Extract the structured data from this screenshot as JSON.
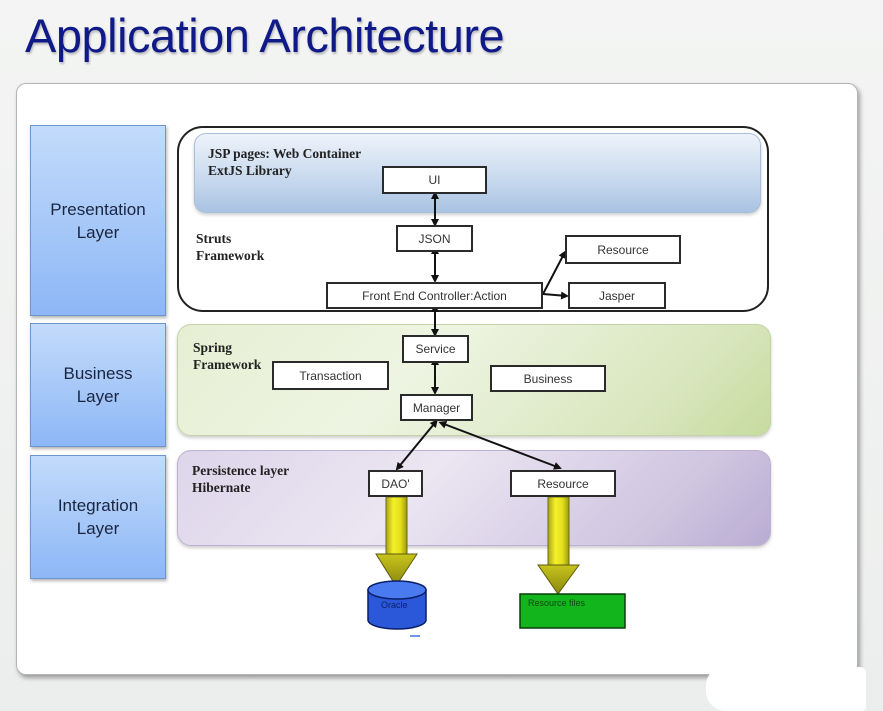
{
  "title": "Application Architecture",
  "layers": [
    {
      "line1": "Presentation",
      "line2": "Layer"
    },
    {
      "line1": "Business",
      "line2": "Layer"
    },
    {
      "line1": "Integration",
      "line2": "Layer"
    }
  ],
  "presentation": {
    "web_container_line1": "JSP pages: Web Container",
    "web_container_line2": "ExtJS Library",
    "struts_line1": "Struts",
    "struts_line2": "Framework",
    "ui": "UI",
    "json": "JSON",
    "controller": "Front End Controller:Action",
    "resource": "Resource",
    "jasper": "Jasper"
  },
  "business": {
    "spring_line1": "Spring",
    "spring_line2": "Framework",
    "service": "Service",
    "transaction": "Transaction",
    "manager": "Manager",
    "business": "Business"
  },
  "integration": {
    "persistence_line1": "Persistence layer",
    "persistence_line2": "Hibernate",
    "dao": "DAO'",
    "resource": "Resource"
  },
  "storage": {
    "oracle": "Oracle",
    "resource_files": "Resource files"
  },
  "colors": {
    "title": "#0f1a88",
    "layer_box": "#8db7f6",
    "presentation_band": "#b9cfe8",
    "business_band": "#d3e3b4",
    "integration_band": "#cec3e0",
    "yellow_arrow": "#e6e21a",
    "oracle": "#2e5fe0",
    "resource_files": "#12b81c"
  }
}
